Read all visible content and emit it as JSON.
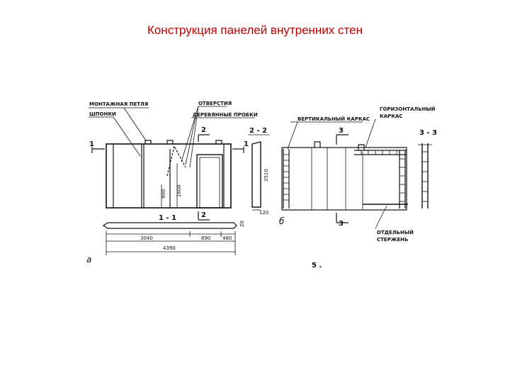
{
  "title": "Конструкция панелей внутренних стен",
  "labels": {
    "mounting_loop": "МОНТАЖНАЯ ПЕТЛЯ",
    "keys": "ШПОНКИ",
    "opening": "ОТВЕРСТИЯ",
    "wooden_plugs": "ДЕРЕВЯННЫЕ ПРОБКИ",
    "vertical_frame": "ВЕРТИКАЛЬНЫЙ КАРКАС",
    "horizontal_frame_1": "ГОРИЗОНТАЛЬНЫЙ",
    "horizontal_frame_2": "КАРКАС",
    "separate_rod_1": "ОТДЕЛЬНЫЙ",
    "separate_rod_2": "СТЕРЖЕНЬ"
  },
  "sections": {
    "s1_left": "1",
    "s1_right": "1",
    "s2_top": "2",
    "s2_bottom": "2",
    "s22": "2 - 2",
    "s11": "1 - 1",
    "s3_top": "3",
    "s3_bottom": "3",
    "s33": "3 - 3"
  },
  "dimensions": {
    "d3040": "3040",
    "d890": "890",
    "d460": "460",
    "d4390": "4390",
    "d900": "900",
    "d1600": "1600",
    "d2510": "2510",
    "d120": "120",
    "d20": "20"
  },
  "figure_labels": {
    "a": "а",
    "b": "б",
    "figure_number": "5 ."
  }
}
